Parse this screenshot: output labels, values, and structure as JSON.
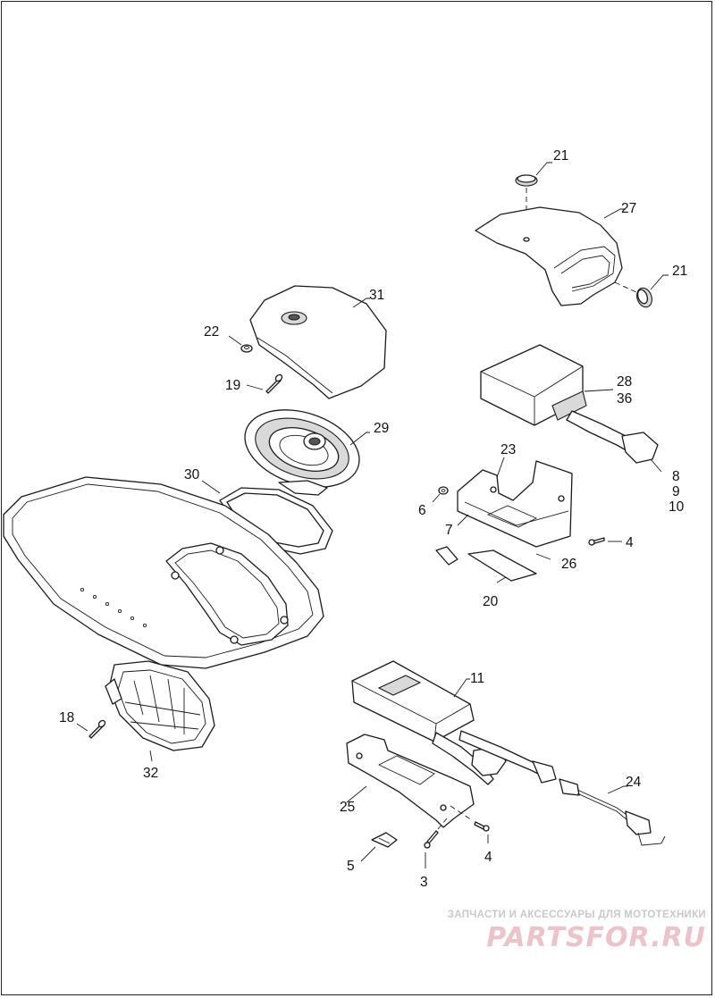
{
  "watermark": {
    "caption": "ЗАПЧАСТИ И АКСЕССУАРЫ ДЛЯ МОТОТЕХНИКИ",
    "brand": "PARTSFOR.RU"
  },
  "callouts": {
    "c21a": "21",
    "c27": "27",
    "c21b": "21",
    "c31": "31",
    "c22": "22",
    "c19": "19",
    "c29": "29",
    "c28": "28",
    "c36": "36",
    "c23": "23",
    "c30": "30",
    "c6": "6",
    "c7": "7",
    "c8": "8",
    "c9": "9",
    "c10": "10",
    "c4a": "4",
    "c26": "26",
    "c20": "20",
    "c11": "11",
    "c18": "18",
    "c32": "32",
    "c24": "24",
    "c25": "25",
    "c4b": "4",
    "c5": "5",
    "c3": "3"
  }
}
